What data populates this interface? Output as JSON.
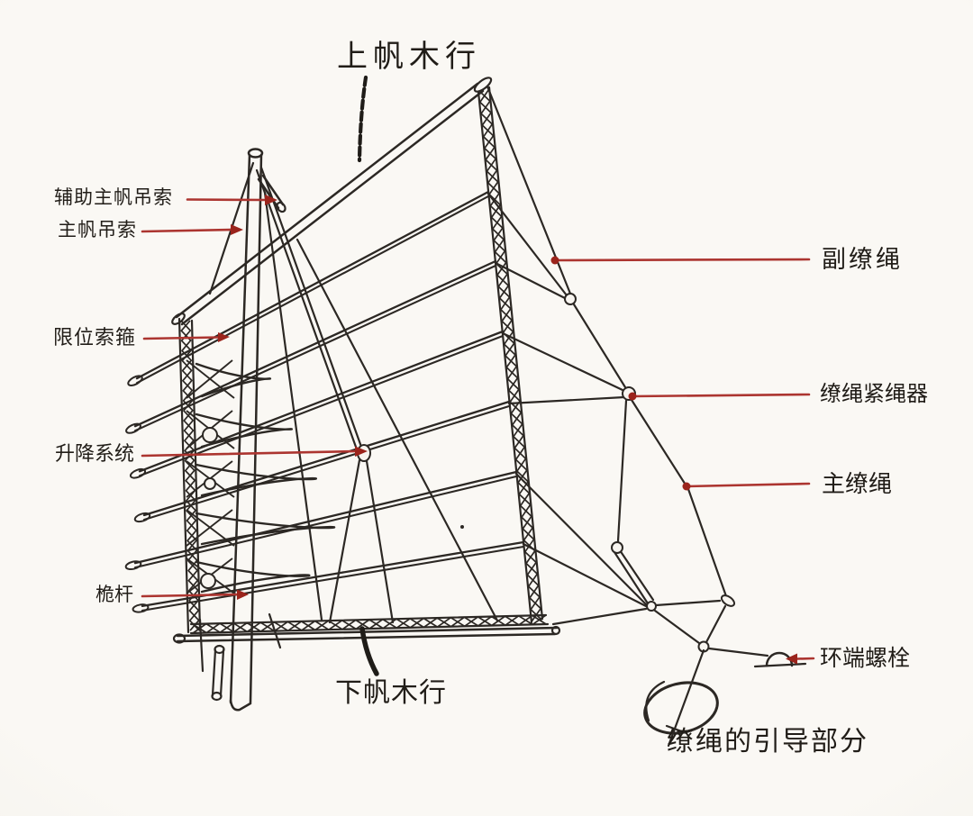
{
  "figure": {
    "top_label": "上帆木行",
    "left_labels": [
      "辅助主帆吊索",
      "主帆吊索",
      "限位索箍",
      "升降系统",
      "桅杆"
    ],
    "right_labels": [
      "副缭绳",
      "缭绳紧绳器",
      "主缭绳",
      "环端螺栓"
    ],
    "bottom_label": "下帆木行",
    "bottom_right_label": "缭绳的引导部分",
    "colors": {
      "arrow_red": "#ac3530",
      "ink": "#2c2824",
      "paper": "#f8f5f0"
    }
  }
}
